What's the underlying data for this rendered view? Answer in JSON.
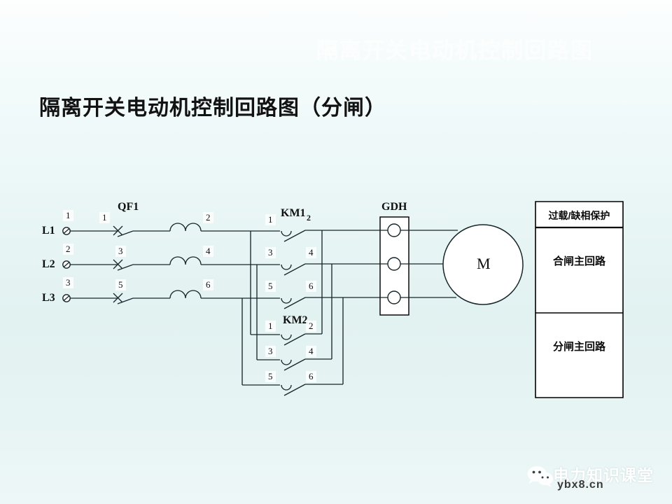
{
  "page": {
    "title": "隔离开关电动机控制回路图（分闸）",
    "watermark_top": "隔离开关电动机控制回路图",
    "watermark_brand": "电力知识课堂",
    "watermark_url": "ybx8.cn"
  },
  "supply": {
    "phases": [
      {
        "name": "L1",
        "terminal_number": "1",
        "qf_in": "1",
        "qf_out": "2"
      },
      {
        "name": "L2",
        "terminal_number": "2",
        "qf_in": "3",
        "qf_out": "4"
      },
      {
        "name": "L3",
        "terminal_number": "3",
        "qf_in": "5",
        "qf_out": "6"
      }
    ]
  },
  "devices": {
    "breaker": {
      "label": "QF1",
      "state": "open"
    },
    "contactor_close": {
      "label_main": "KM1",
      "label_sub": "2",
      "state": "open",
      "poles": [
        {
          "in": "1",
          "out": "2"
        },
        {
          "in": "3",
          "out": "4"
        },
        {
          "in": "5",
          "out": "6"
        }
      ]
    },
    "contactor_open": {
      "label_main": "KM2",
      "state": "open",
      "poles": [
        {
          "in": "1",
          "out": "2"
        },
        {
          "in": "3",
          "out": "4"
        },
        {
          "in": "5",
          "out": "6"
        }
      ]
    },
    "terminal_block": {
      "label": "GDH",
      "terminal_count": 3
    },
    "motor": {
      "label": "M"
    }
  },
  "legend": {
    "header": "过载/缺相保护",
    "rows": [
      {
        "label": "合闸主回路"
      },
      {
        "label": "分闸主回路"
      }
    ]
  },
  "colors": {
    "wire": "#18282b",
    "text": "#101010",
    "legend_border": "#000000",
    "background_top": "#fdfefe",
    "background_bottom": "#eef7f7"
  }
}
